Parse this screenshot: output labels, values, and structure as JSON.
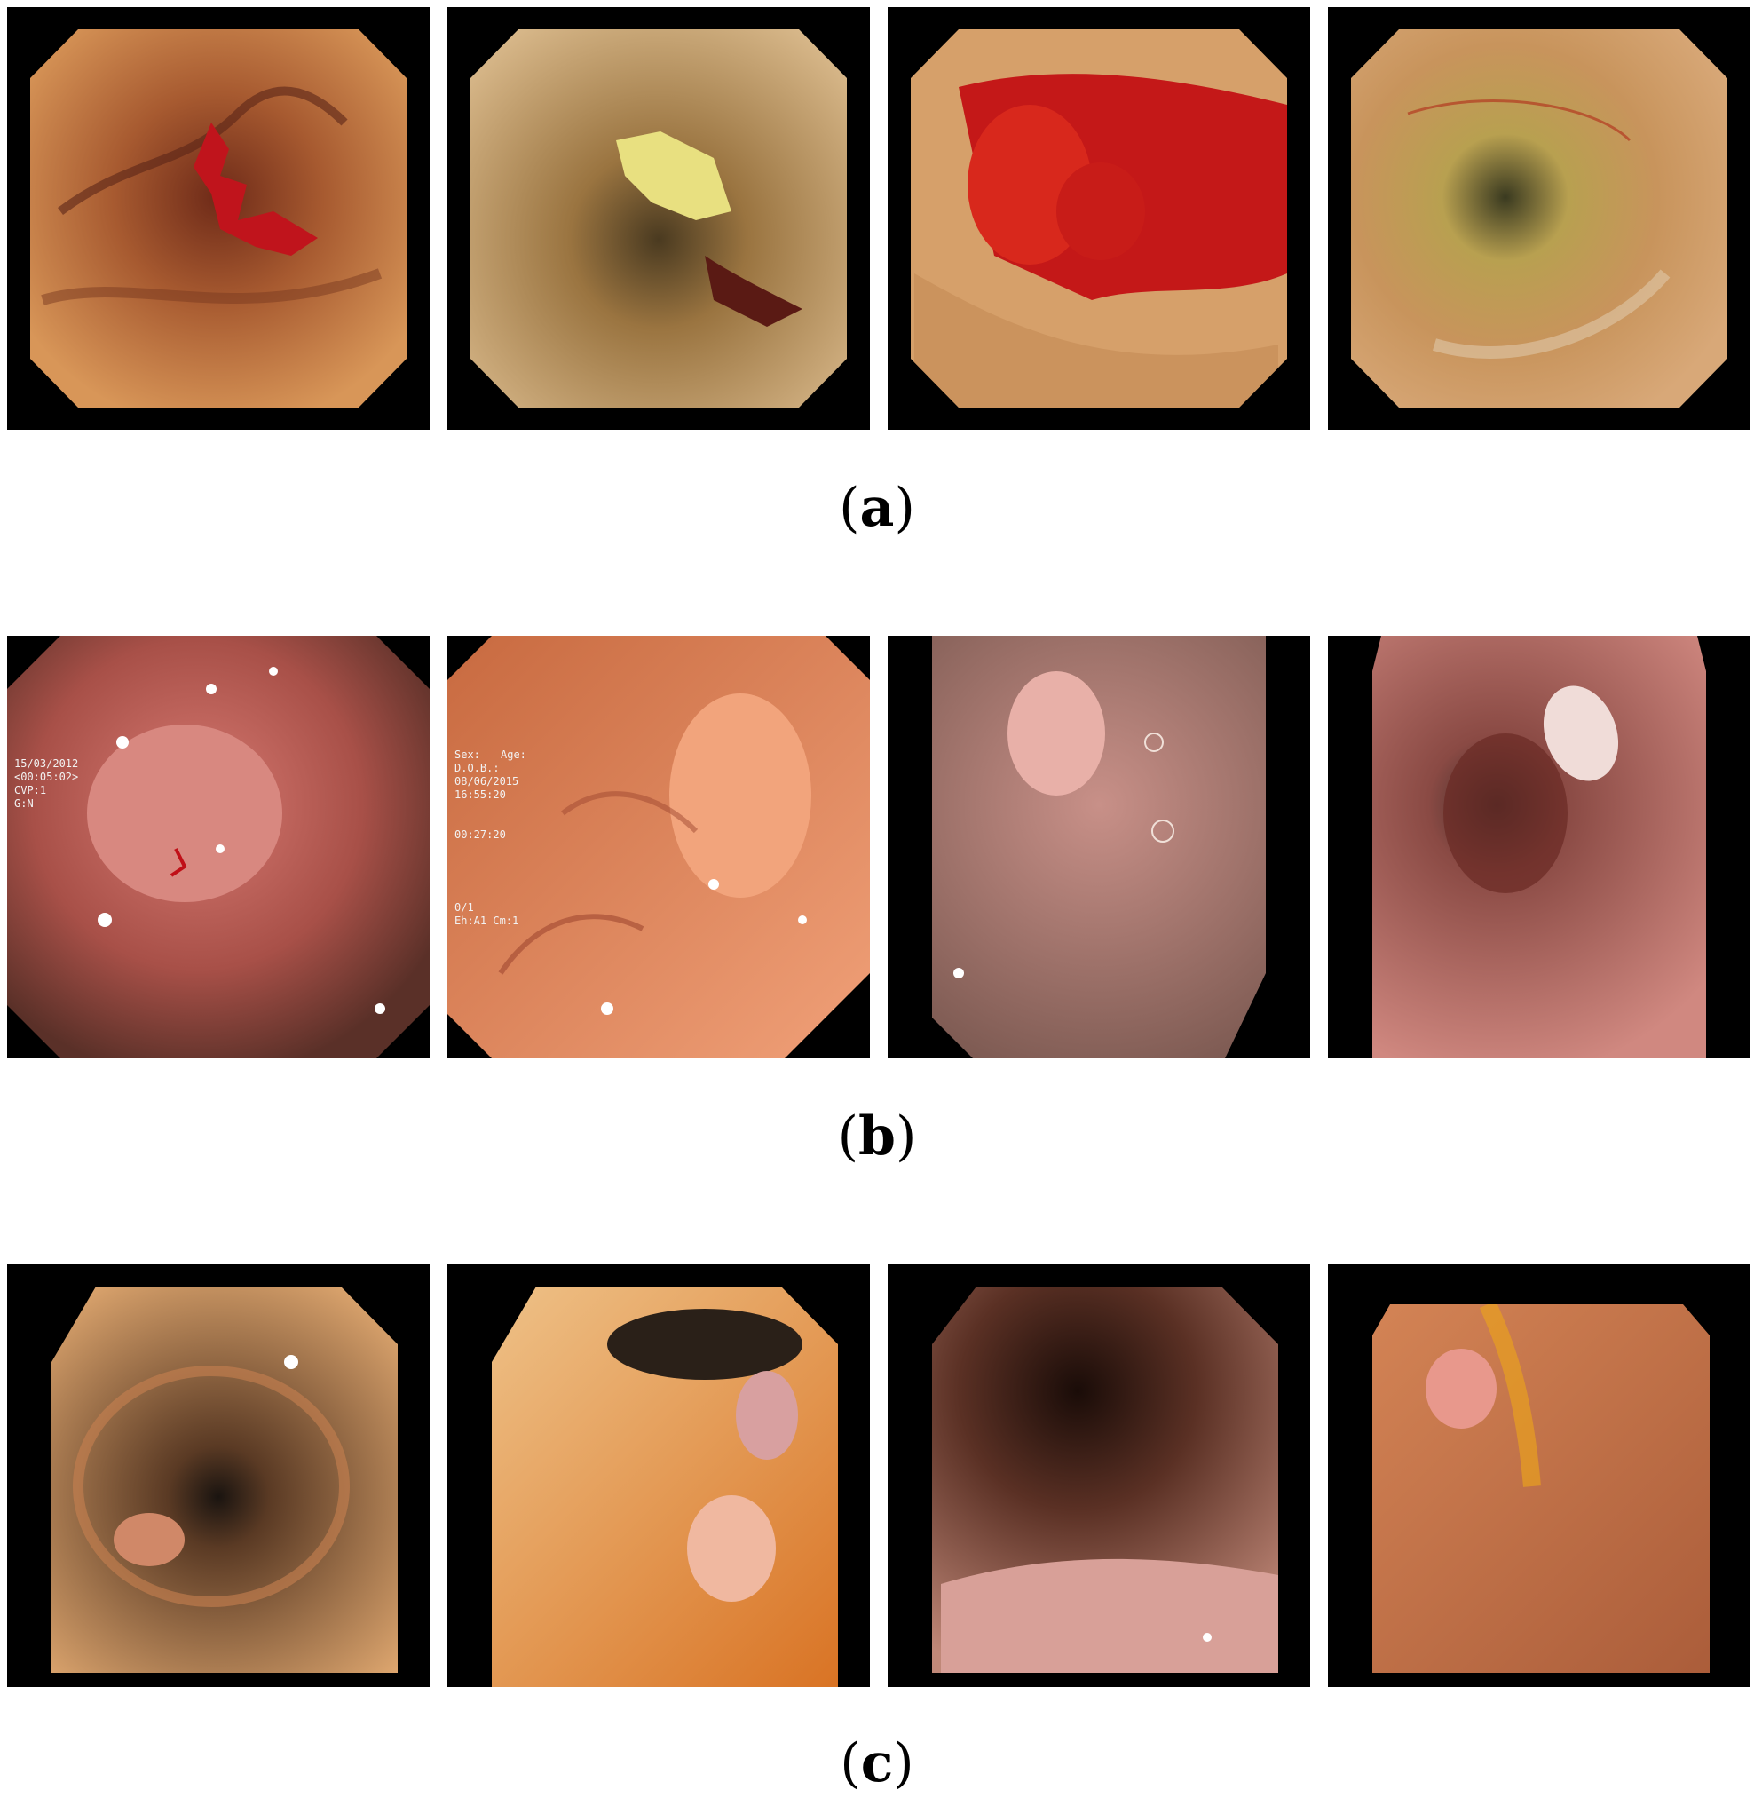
{
  "panels": {
    "a": {
      "label_open": "(",
      "label_letter": "a",
      "label_close": ")"
    },
    "b": {
      "label_open": "(",
      "label_letter": "b",
      "label_close": ")",
      "overlay_tile1": {
        "line1": "15/03/2012",
        "line2": "<00:05:02>",
        "line3": "CVP:1",
        "line4": "G:N"
      },
      "overlay_tile2": {
        "line1": "Sex:",
        "line2": "Age:",
        "line3": "D.O.B.:",
        "line4": "08/06/2015",
        "line5": "16:55:20",
        "line6": "00:27:20",
        "line7": "0/1",
        "line8": "Eh:A1 Cm:1"
      }
    },
    "c": {
      "label_open": "(",
      "label_letter": "c",
      "label_close": ")"
    }
  },
  "colors": {
    "tile_background": "#000000",
    "page_background": "#ffffff"
  }
}
